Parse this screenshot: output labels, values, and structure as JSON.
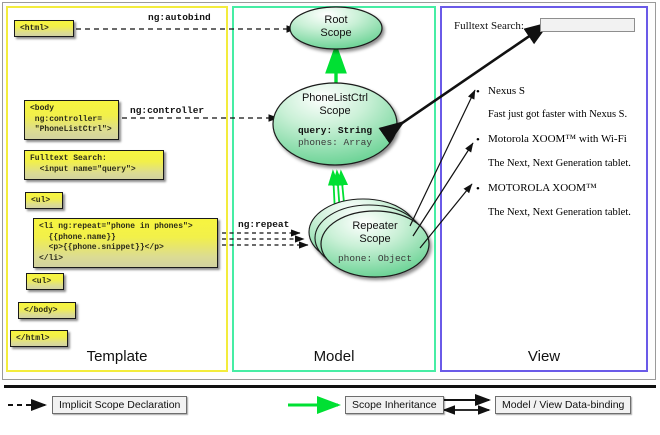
{
  "diagram": {
    "title": "AngularJS Template / Model / View scope diagram",
    "colors": {
      "template_border": "#f3ec3c",
      "model_border": "#46eda4",
      "view_border": "#6a5ae8",
      "code_box_top": "#f7f53f",
      "code_box_bottom": "#d2d2a0",
      "scope_fill_top": "#ffffff",
      "scope_fill_bottom": "#5fd18a",
      "inheritance_arrow": "#00e033",
      "binding_arrow": "#000000"
    }
  },
  "columns": [
    {
      "key": "template",
      "label": "Template"
    },
    {
      "key": "model",
      "label": "Model"
    },
    {
      "key": "view",
      "label": "View"
    }
  ],
  "template": {
    "boxes": [
      {
        "name": "html-open-box",
        "text": "<html>"
      },
      {
        "name": "body-box",
        "text": "<body\n ng:controller=\n \"PhoneListCtrl\">"
      },
      {
        "name": "search-box",
        "text": "Fulltext Search:\n  <input name=\"query\">"
      },
      {
        "name": "ul-open-box",
        "text": "<ul>"
      },
      {
        "name": "li-repeat-box",
        "text": "<li ng:repeat=\"phone in phones\">\n  {{phone.name}}\n  <p>{{phone.snippet}}</p>\n</li>"
      },
      {
        "name": "ul-close-box",
        "text": "<ul>"
      },
      {
        "name": "body-close-box",
        "text": "</body>"
      },
      {
        "name": "html-close-box",
        "text": "</html>"
      }
    ]
  },
  "model": {
    "scopes": [
      {
        "name": "root-scope",
        "title_line1": "Root",
        "title_line2": "Scope",
        "properties": []
      },
      {
        "name": "phonelistctrl-scope",
        "title_line1": "PhoneListCtrl",
        "title_line2": "Scope",
        "properties": [
          {
            "text": "query: String",
            "bold": true
          },
          {
            "text": "phones: Array",
            "bold": false
          }
        ]
      },
      {
        "name": "repeater-scope",
        "title_line1": "Repeater",
        "title_line2": "Scope",
        "properties": [
          {
            "text": "phone: Object",
            "bold": false
          }
        ]
      }
    ]
  },
  "edges": {
    "autobind": "ng:autobind",
    "controller": "ng:controller",
    "repeat": "ng:repeat"
  },
  "view": {
    "search_label": "Fulltext Search:",
    "search_value": "",
    "search_placeholder": "",
    "items": [
      {
        "name": "Nexus S",
        "snippet": "Fast just got faster with Nexus S."
      },
      {
        "name": "Motorola XOOM™  with Wi-Fi",
        "snippet": "The Next, Next Generation tablet."
      },
      {
        "name": "MOTOROLA XOOM™",
        "snippet": "The Next, Next Generation tablet."
      }
    ]
  },
  "legend": [
    {
      "name": "legend-implicit-scope",
      "label": "Implicit Scope Declaration",
      "style": "dashed-arrow"
    },
    {
      "name": "legend-scope-inheritance",
      "label": "Scope Inheritance",
      "style": "green-arrow"
    },
    {
      "name": "legend-data-binding",
      "label": "Model / View Data-binding",
      "style": "double-arrow"
    }
  ]
}
